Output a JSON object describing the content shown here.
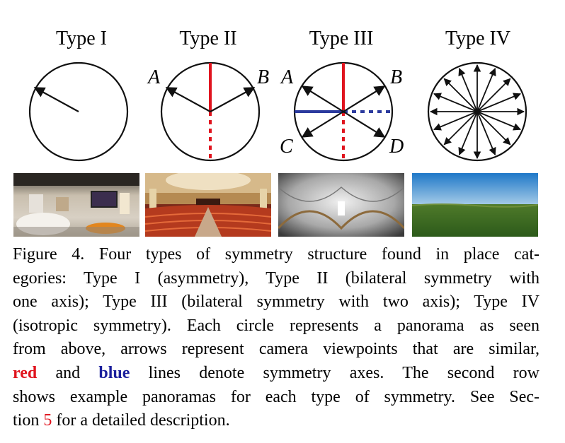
{
  "types": [
    {
      "title": "Type I"
    },
    {
      "title": "Type II",
      "labels": {
        "left": "A",
        "right": "B"
      }
    },
    {
      "title": "Type III",
      "labels": {
        "tl": "A",
        "tr": "B",
        "bl": "C",
        "br": "D"
      }
    },
    {
      "title": "Type IV"
    }
  ],
  "colors": {
    "red_axis": "#e0141e",
    "blue_axis": "#2b3a9e",
    "stroke": "#111111"
  },
  "caption": {
    "line1": "Figure 4.  Four types of symmetry structure found in place cat-",
    "line2": "egories: Type I (asymmetry), Type II (bilateral symmetry with",
    "line3": "one axis); Type III (bilateral symmetry with two axis); Type IV",
    "line4": "(isotropic symmetry). Each circle represents a panorama as seen",
    "line5": "from above, arrows represent camera viewpoints that are similar,",
    "line6_and_before": "",
    "red_word": "red",
    "line6_and": " and ",
    "blue_word": "blue",
    "line6_rest": " lines denote symmetry axes.  The second row",
    "line7": "shows example panoramas for each type of symmetry.  See Sec-",
    "line8_pre": "tion ",
    "section_ref": "5",
    "line8_post": " for a detailed description."
  }
}
